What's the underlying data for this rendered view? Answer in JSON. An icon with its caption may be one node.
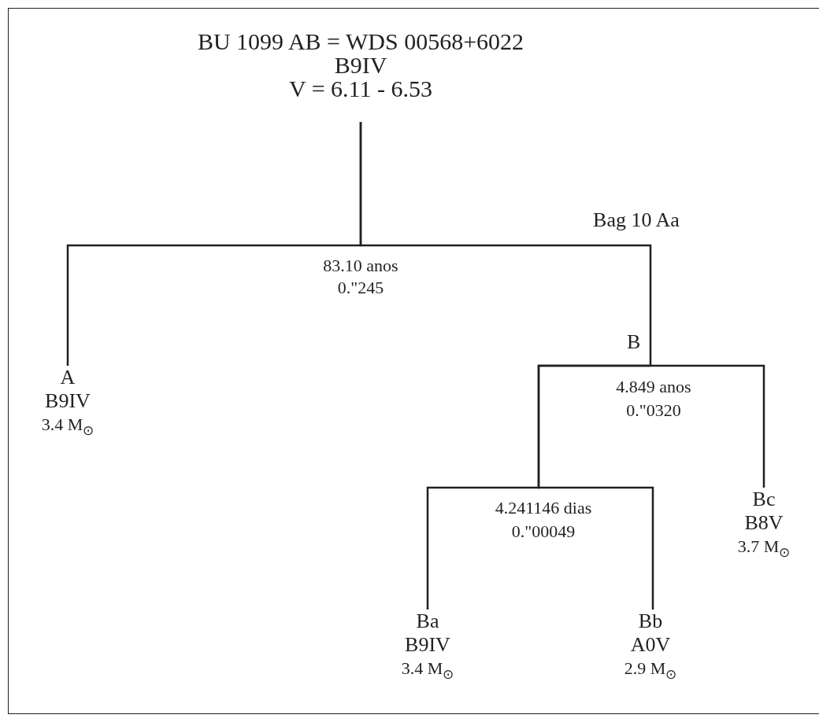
{
  "diagram": {
    "nodes": [
      {
        "text": [
          "BU 1099 AB = WDS 00568+6022",
          "B9IV",
          "V = 6.11 - 6.53"
        ]
      },
      {
        "text": [
          "A",
          "B9IV",
          "3.4 M$_{⊙}$"
        ]
      },
      {
        "text": [
          "B"
        ]
      },
      {
        "text": [
          "Bc",
          "B8V",
          "3.7 M$_{⊙}$"
        ]
      },
      {
        "text": [
          "Ba",
          "B9IV",
          "3.4 M$_{⊙}$"
        ]
      },
      {
        "text": [
          "Bb",
          "A0V",
          "2.9 M$_{⊙}$"
        ]
      }
    ],
    "edges": [
      {
        "from": 0,
        "to": 1,
        "arrow": "none"
      },
      {
        "from": 0,
        "to": 2,
        "arrow": "none"
      },
      {
        "from": 2,
        "to": 3,
        "arrow": "none"
      },
      {
        "from": 2,
        "to": 4,
        "arrow": "none"
      },
      {
        "from": 2,
        "to": 5,
        "arrow": "none"
      }
    ],
    "labels": [
      "Bag 10 Aa",
      "83.10 anos",
      "0.\"245",
      "4.849 anos",
      "0.\"0320",
      "4.241146 dias",
      "0.\"00049"
    ]
  }
}
